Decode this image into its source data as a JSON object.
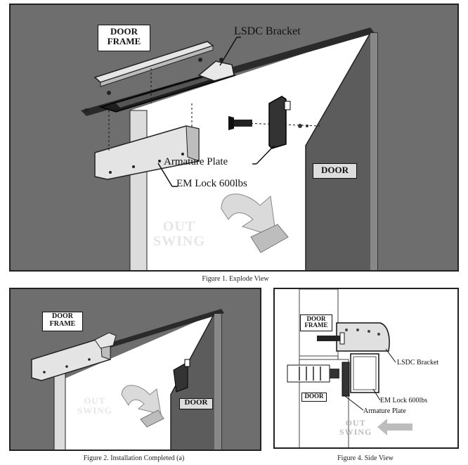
{
  "figure1": {
    "caption": "Figure 1. Explode View",
    "door_frame": "DOOR\nFRAME",
    "door": "DOOR",
    "lsdc_bracket": "LSDC Bracket",
    "armature_plate": "Armature Plate",
    "em_lock": "EM Lock 600lbs",
    "out_swing": "OUT\nSWING"
  },
  "figure2": {
    "caption": "Figure 2. Installation Completed (a)",
    "door_frame": "DOOR\nFRAME",
    "door": "DOOR",
    "out_swing": "OUT\nSWING"
  },
  "figure4": {
    "caption": "Figure 4. Side View",
    "door_frame": "DOOR\nFRAME",
    "door": "DOOR",
    "lsdc_bracket": "LSDC Bracket",
    "em_lock": "EM Lock 600lbs",
    "armature_plate": "Armature Plate",
    "out_swing": "OUT\nSWING"
  }
}
